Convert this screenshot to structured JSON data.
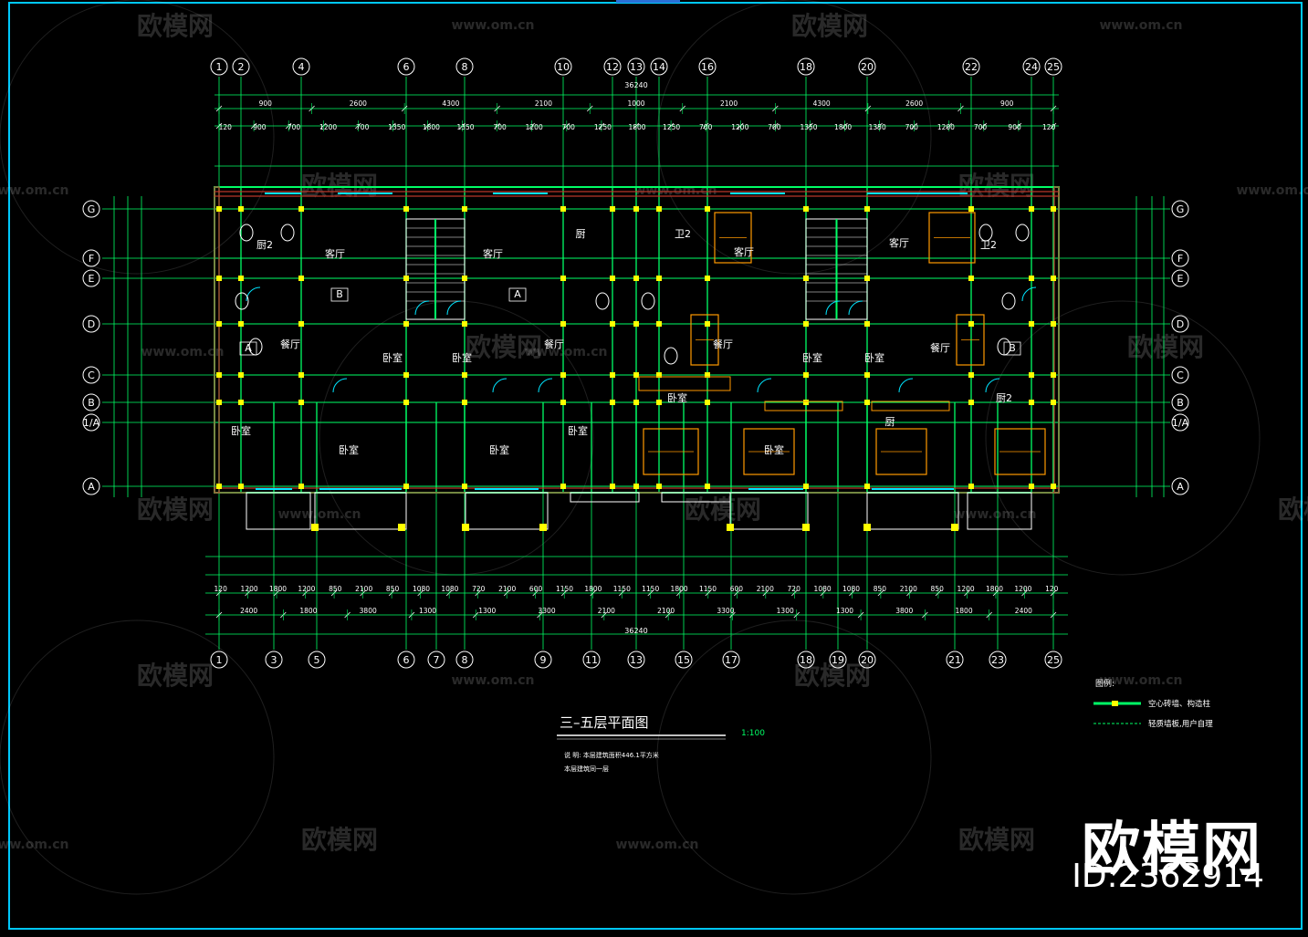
{
  "drawing": {
    "title": "三–五层平面图",
    "scale": "1:100",
    "note_line1": "说 明: 本层建筑面积446.1平方米",
    "note_line2": "本层建筑同一层",
    "total_dimension": "36240"
  },
  "legend": {
    "title": "图例:",
    "items": [
      {
        "label": "空心砖墙、构造柱"
      },
      {
        "label": "轻质墙板,用户自理"
      }
    ]
  },
  "grid_top": [
    "1",
    "2",
    "4",
    "6",
    "8",
    "10",
    "12",
    "13",
    "14",
    "16",
    "18",
    "20",
    "22",
    "24",
    "25"
  ],
  "grid_bottom": [
    "1",
    "3",
    "5",
    "6",
    "7",
    "8",
    "9",
    "11",
    "13",
    "15",
    "17",
    "18",
    "19",
    "20",
    "21",
    "23",
    "25"
  ],
  "grid_rows": [
    "G",
    "F",
    "E",
    "D",
    "C",
    "B",
    "1/A",
    "A"
  ],
  "dims_top_row1": [
    "900",
    "2600",
    "4300",
    "2100",
    "1000",
    "2100",
    "4300",
    "2600",
    "900"
  ],
  "dims_top_row2": [
    "120",
    "900",
    "700",
    "1200",
    "700",
    "1350",
    "1800",
    "1350",
    "700",
    "1200",
    "700",
    "1250",
    "1800",
    "1250",
    "700",
    "1200",
    "700",
    "1350",
    "1800",
    "1350",
    "700",
    "1200",
    "700",
    "900",
    "120"
  ],
  "dims_bottom_row1": [
    "120",
    "1200",
    "1800",
    "1200",
    "850",
    "2100",
    "850",
    "1080",
    "1080",
    "720",
    "2100",
    "600",
    "1150",
    "1800",
    "1150",
    "1150",
    "1800",
    "1150",
    "600",
    "2100",
    "720",
    "1080",
    "1080",
    "850",
    "2100",
    "850",
    "1200",
    "1800",
    "1200",
    "120"
  ],
  "dims_bottom_row2": [
    "2400",
    "1800",
    "3800",
    "1300",
    "1300",
    "3300",
    "2100",
    "2100",
    "3300",
    "1300",
    "1300",
    "3800",
    "1800",
    "2400"
  ],
  "rooms": [
    "客厅",
    "客厅",
    "客厅",
    "客厅",
    "餐厅",
    "餐厅",
    "餐厅",
    "餐厅",
    "卧室",
    "卧室",
    "卧室",
    "卧室",
    "卧室",
    "卧室",
    "卧室",
    "卧室",
    "卧室",
    "卧室",
    "厨",
    "厨2",
    "厨2",
    "厨",
    "卫2",
    "卫2",
    "A",
    "B",
    "B",
    "A"
  ],
  "watermark": {
    "text": "欧模网",
    "url": "www.om.cn"
  },
  "branding": {
    "name": "欧模网",
    "id": "ID:2362914"
  }
}
